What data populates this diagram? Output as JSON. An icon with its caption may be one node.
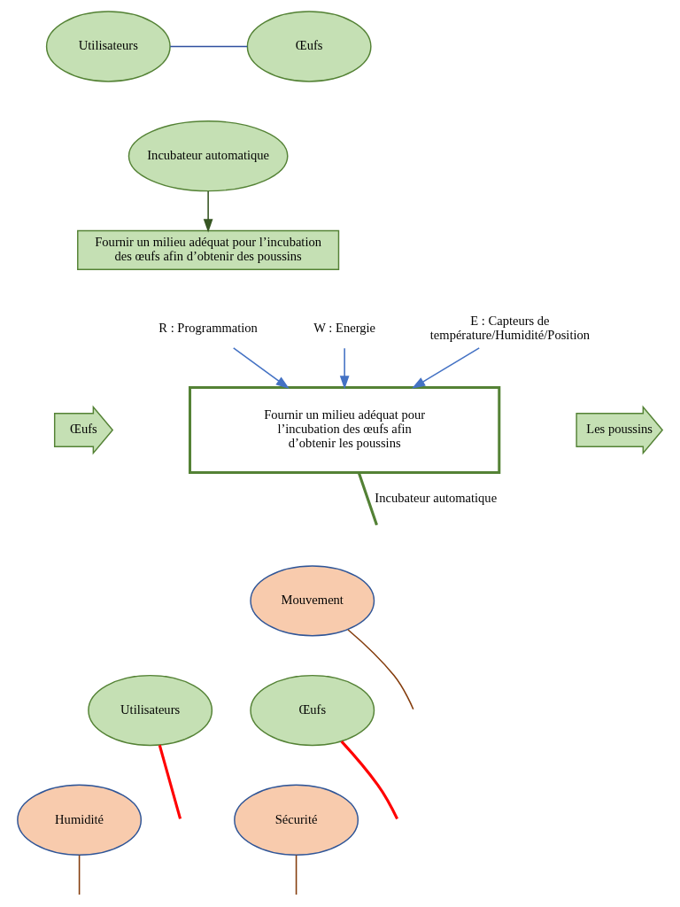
{
  "diagram": {
    "nodes": [
      {
        "text": [
          "Utilisateurs"
        ]
      },
      {
        "text": [
          "Œufs"
        ]
      },
      {
        "text": [
          "Incubateur automatique"
        ]
      },
      {
        "text": [
          "Fournir un milieu adéquat pour l’incubation des œufs afin d’obtenir des poussins"
        ]
      },
      {
        "text": [
          "W : Energie"
        ]
      },
      {
        "text": [
          "R : Programmation"
        ]
      },
      {
        "text": [
          "E : Capteurs de température/Humidité/Position"
        ]
      },
      {
        "text": [
          "Œufs"
        ]
      },
      {
        "text": [
          "Fournir un milieu adéquat pour l’incubation des œufs afin d’obtenir les poussins"
        ]
      },
      {
        "text": [
          "Les poussins"
        ]
      },
      {
        "text": [
          "Mouvement"
        ]
      },
      {
        "text": [
          "Utilisateurs"
        ]
      },
      {
        "text": [
          "Œufs"
        ]
      },
      {
        "text": [
          "Humidité"
        ]
      },
      {
        "text": [
          "Sécurité"
        ]
      }
    ],
    "edges": [
      {
        "from": 0,
        "to": 1,
        "arrow": "none",
        "color": "#2f4f9f"
      },
      {
        "from": 2,
        "to": 3,
        "arrow": "to",
        "color": "#375623"
      },
      {
        "from": 4,
        "to": 8,
        "arrow": "to",
        "color": "#4472c4"
      },
      {
        "from": 5,
        "to": 8,
        "arrow": "to",
        "color": "#4472c4"
      },
      {
        "from": 6,
        "to": 8,
        "arrow": "to",
        "color": "#4472c4"
      },
      {
        "from": 8,
        "to": null,
        "arrow": "none",
        "label": "Incubateur automatique",
        "style": "thick",
        "color": "#538135"
      },
      {
        "from": 13,
        "to": null,
        "arrow": "none",
        "color": "#843c0c"
      },
      {
        "from": 11,
        "to": null,
        "arrow": "none",
        "style": "thick",
        "color": "#ff0000"
      },
      {
        "from": 10,
        "to": null,
        "arrow": "none",
        "color": "#843c0c"
      },
      {
        "from": 12,
        "to": null,
        "arrow": "none",
        "style": "thick",
        "color": "#ff0000"
      },
      {
        "from": 14,
        "to": null,
        "arrow": "none",
        "color": "#843c0c"
      }
    ]
  }
}
